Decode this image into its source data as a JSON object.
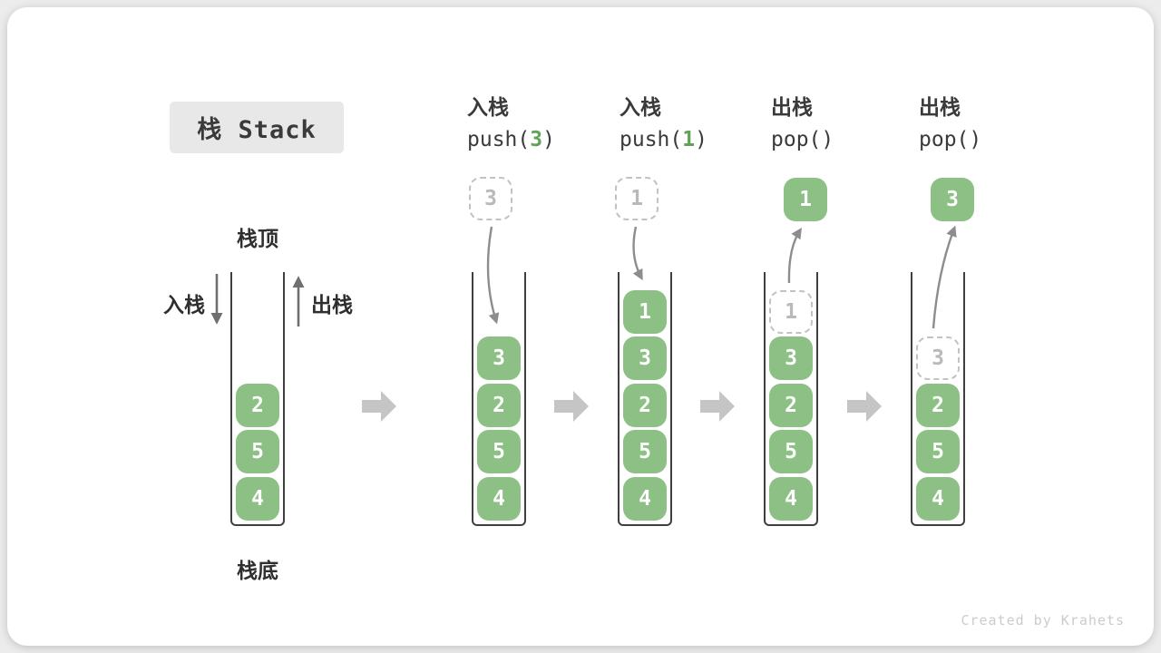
{
  "title": "栈 Stack",
  "labels": {
    "stack_top": "栈顶",
    "stack_bottom": "栈底",
    "push": "入栈",
    "pop": "出栈"
  },
  "stages": [
    {
      "items": [
        "2",
        "5",
        "4"
      ]
    },
    {
      "op": {
        "label": "入栈",
        "pre": "push(",
        "arg": "3",
        "post": ")"
      },
      "incoming": "3",
      "items": [
        "3",
        "2",
        "5",
        "4"
      ]
    },
    {
      "op": {
        "label": "入栈",
        "pre": "push(",
        "arg": "1",
        "post": ")"
      },
      "incoming": "1",
      "items": [
        "1",
        "3",
        "2",
        "5",
        "4"
      ]
    },
    {
      "op": {
        "label": "出栈",
        "pre": "pop()",
        "arg": "",
        "post": ""
      },
      "outgoing": "1",
      "ghost": "1",
      "items": [
        "3",
        "2",
        "5",
        "4"
      ]
    },
    {
      "op": {
        "label": "出栈",
        "pre": "pop()",
        "arg": "",
        "post": ""
      },
      "outgoing": "3",
      "ghost": "3",
      "items": [
        "2",
        "5",
        "4"
      ]
    }
  ],
  "watermark": "Created by Krahets",
  "colors": {
    "green": "#8cc084",
    "green_text": "#5fa357",
    "dark_text": "#3a3a3a",
    "label_text": "#2f2f2f",
    "wall": "#3f3f3f",
    "ghost_border": "#c2c2c2",
    "ghost_text": "#b9b9b9",
    "curve_arrow": "#8d8d8d",
    "side_arrow": "#6f6f6f",
    "block_arrow": "#c5c5c5",
    "title_bg": "#e8e8e8",
    "card_bg": "#ffffff",
    "page_bg": "#ececec",
    "watermark": "#cbcbcb"
  }
}
